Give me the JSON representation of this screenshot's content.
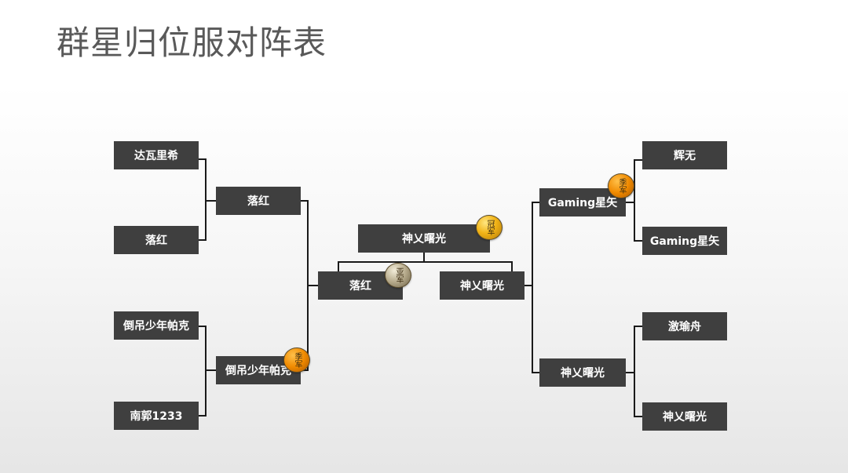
{
  "title": "群星归位服对阵表",
  "teams": {
    "left_r1_top": "达瓦里希",
    "left_r1_second": "落红",
    "left_r1_third": "倒吊少年帕克",
    "left_r1_bottom": "南郭1233",
    "left_r2_top": "落红",
    "left_r2_bottom": "倒吊少年帕克",
    "left_final": "落红",
    "champion": "神乂曙光",
    "right_final": "神乂曙光",
    "right_r2_top": "Gaming星矢",
    "right_r2_bottom": "神乂曙光",
    "right_r1_top": "辉无",
    "right_r1_second": "Gaming星矢",
    "right_r1_third": "激瑜舟",
    "right_r1_bottom": "神乂曙光"
  },
  "medals": {
    "champion": "冠军",
    "runner_up": "亚军",
    "third_left": "季军",
    "third_right": "季军"
  },
  "colors": {
    "box": "#3f3f3f",
    "gold": "#f2b417",
    "silver": "#b5a98a",
    "bronze": "#f08a00"
  }
}
